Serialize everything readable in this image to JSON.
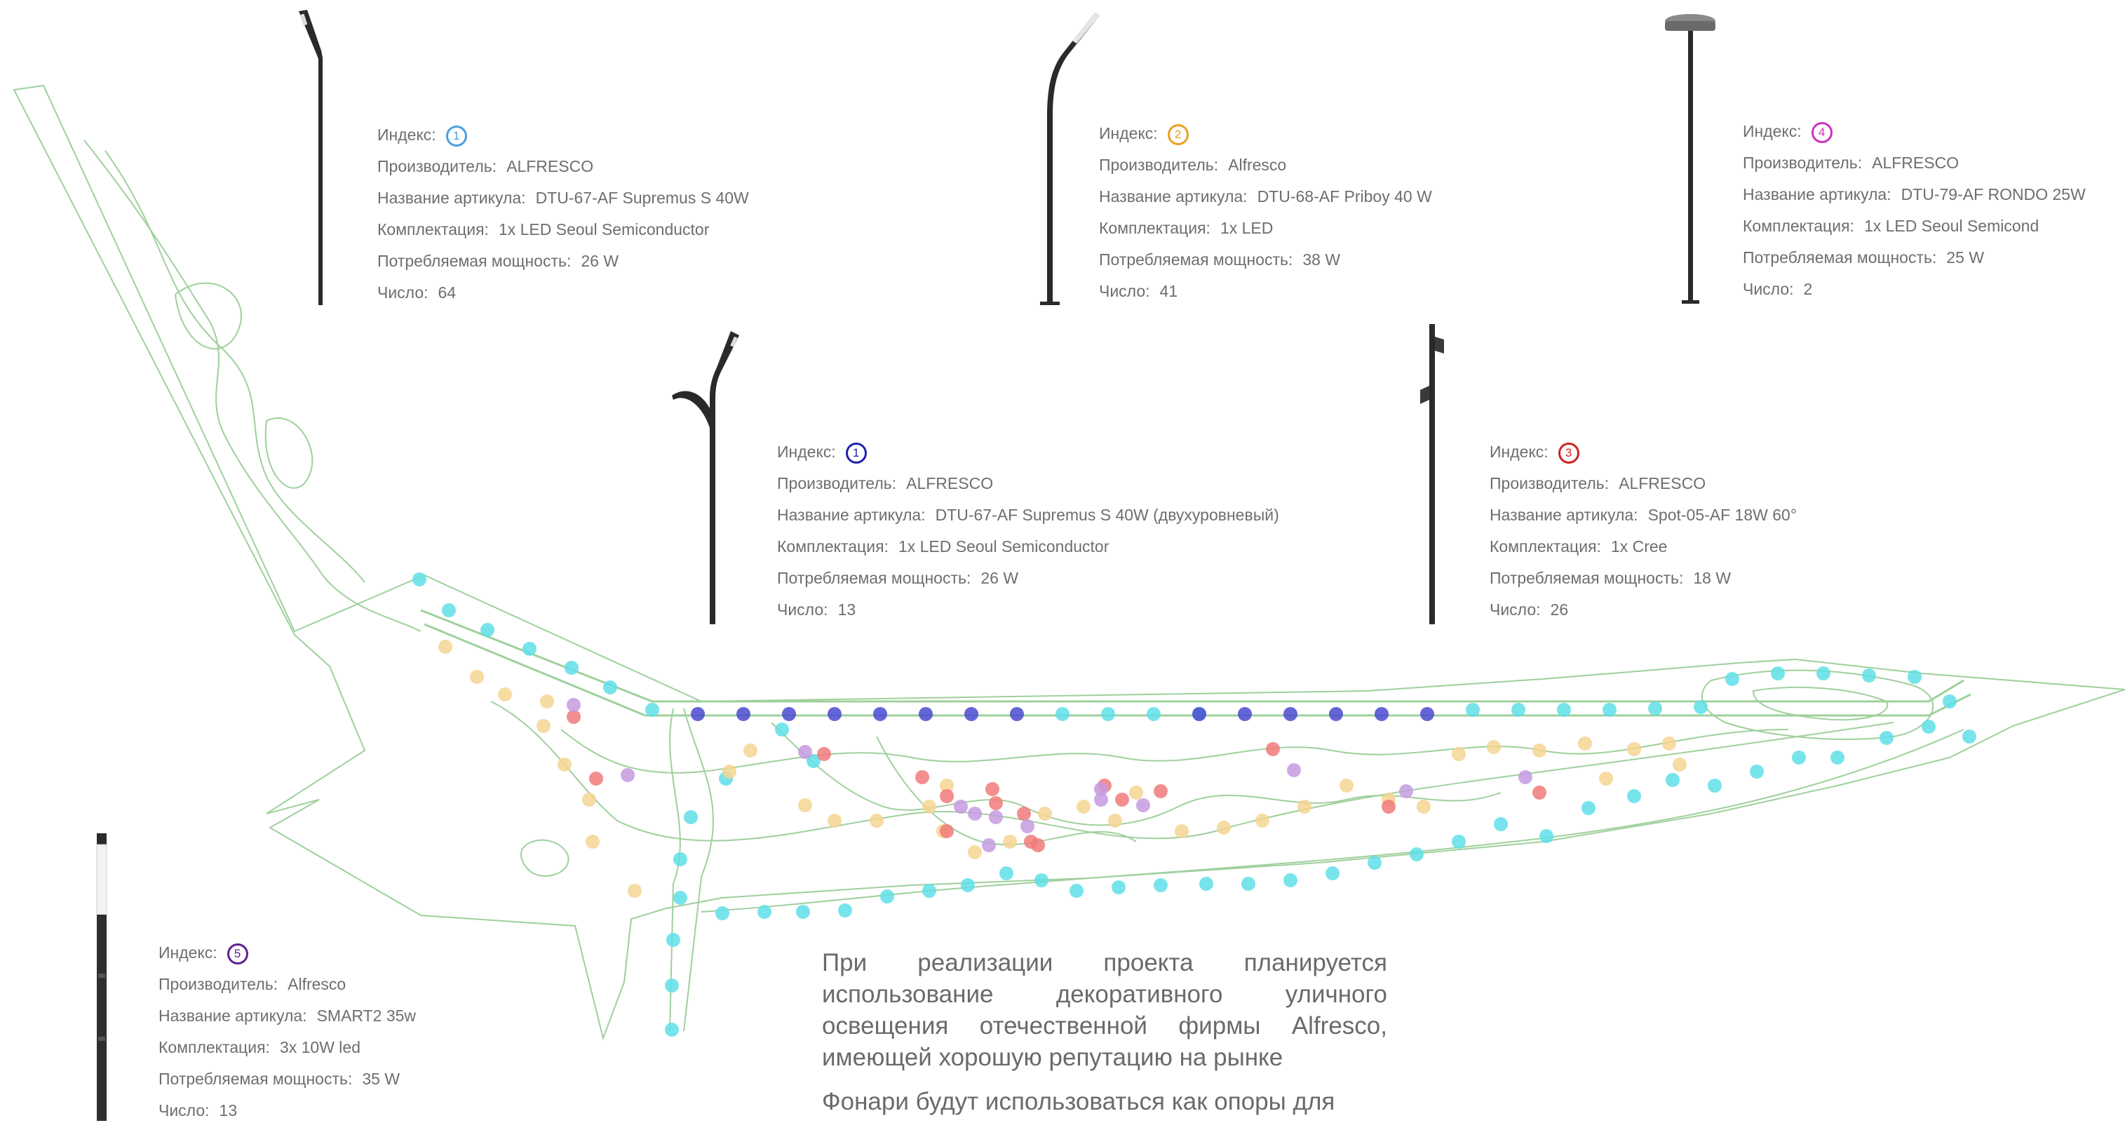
{
  "specs": [
    {
      "index": "1",
      "color": "#4a9fe0",
      "manufacturer_label": "Производитель:",
      "manufacturer": "ALFRESCO",
      "article_label": "Название артикула:",
      "article": "DTU-67-AF Supremus S 40W",
      "kit_label": "Комплектация:",
      "kit": "1x LED Seoul Semiconductor",
      "power_label": "Потребляемая мощность:",
      "power": "26 W",
      "count_label": "Число:",
      "count": "64"
    },
    {
      "index": "2",
      "color": "#e8a020",
      "manufacturer_label": "Производитель:",
      "manufacturer": "Alfresco",
      "article_label": "Название артикула:",
      "article": "DTU-68-AF Priboy 40 W",
      "kit_label": "Комплектация:",
      "kit": "1x LED",
      "power_label": "Потребляемая мощность:",
      "power": "38 W",
      "count_label": "Число:",
      "count": "41"
    },
    {
      "index": "4",
      "color": "#d030c0",
      "manufacturer_label": "Производитель:",
      "manufacturer": "ALFRESCO",
      "article_label": "Название артикула:",
      "article": "DTU-79-AF RONDO 25W",
      "kit_label": "Комплектация:",
      "kit": "1x LED Seoul Semicond",
      "power_label": "Потребляемая мощность:",
      "power": "25 W",
      "count_label": "Число:",
      "count": "2"
    },
    {
      "index": "1",
      "color": "#2020b0",
      "manufacturer_label": "Производитель:",
      "manufacturer": "ALFRESCO",
      "article_label": "Название артикула:",
      "article": "DTU-67-AF Supremus S 40W (двухуровневый)",
      "kit_label": "Комплектация:",
      "kit": "1x LED Seoul Semiconductor",
      "power_label": "Потребляемая мощность:",
      "power": "26 W",
      "count_label": "Число:",
      "count": "13"
    },
    {
      "index": "3",
      "color": "#d02020",
      "manufacturer_label": "Производитель:",
      "manufacturer": "ALFRESCO",
      "article_label": "Название артикула:",
      "article": "Spot-05-AF 18W 60°",
      "kit_label": "Комплектация:",
      "kit": "1x Cree",
      "power_label": "Потребляемая мощность:",
      "power": "18 W",
      "count_label": "Число:",
      "count": "26"
    },
    {
      "index": "5",
      "color": "#602090",
      "manufacturer_label": "Производитель:",
      "manufacturer": "Alfresco",
      "article_label": "Название артикула:",
      "article": "SMART2 35w",
      "kit_label": "Комплектация:",
      "kit": "3x 10W led",
      "power_label": "Потребляемая мощность:",
      "power": "35 W",
      "count_label": "Число:",
      "count": "13"
    }
  ],
  "index_label": "Индекс:",
  "description": [
    "При реализации проекта планируется использование декоративного уличного освещения отечественной фирмы Alfresco, имеющей хорошую репутацию на рынке",
    "Фонари будут использоваться как опоры для"
  ],
  "colors": {
    "outline": "#9fd09c",
    "marker_1": "#5fdfe8",
    "marker_1_bi": "#4a4ad0",
    "marker_2": "#f5d592",
    "marker_3": "#f07a7a",
    "marker_5": "#c59be0"
  }
}
